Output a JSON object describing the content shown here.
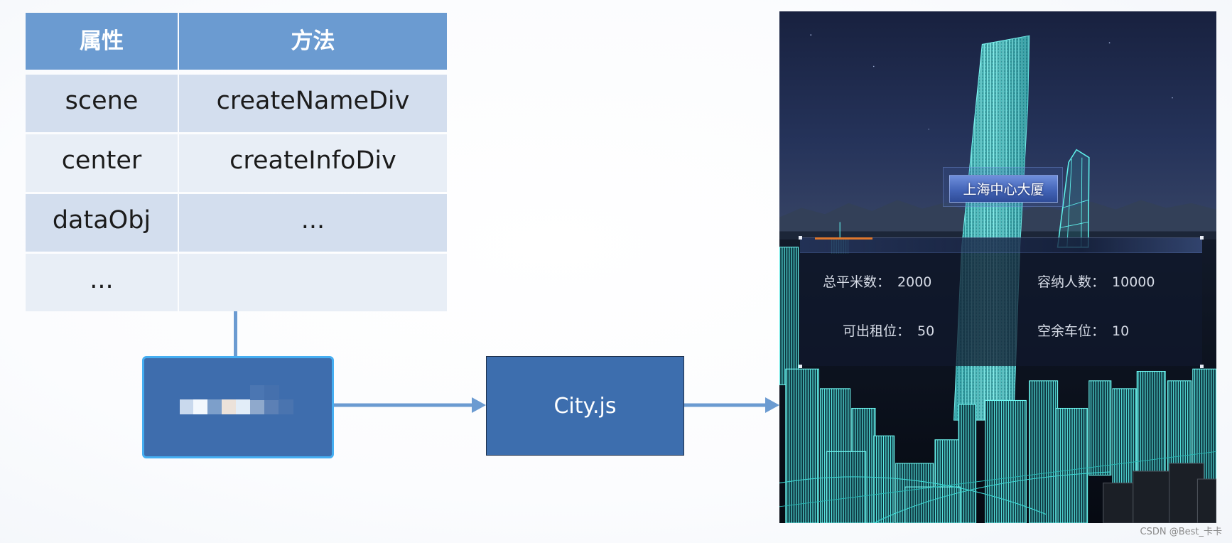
{
  "table": {
    "headers": [
      "属性",
      "方法"
    ],
    "rows": [
      [
        "scene",
        "createNameDiv"
      ],
      [
        "center",
        "createInfoDiv"
      ],
      [
        "dataObj",
        "..."
      ],
      [
        "...",
        ""
      ]
    ]
  },
  "flow": {
    "target_label": "City.js"
  },
  "scene": {
    "building_label": "上海中心大厦",
    "stats": [
      {
        "label": "总平米数：",
        "value": "2000"
      },
      {
        "label": "容纳人数：",
        "value": "10000"
      },
      {
        "label": "可出租位：",
        "value": "50"
      },
      {
        "label": "空余车位：",
        "value": "10"
      }
    ]
  },
  "watermark": "CSDN @Best_卡卡",
  "colors": {
    "table_header": "#6b9bd1",
    "row_dark": "#d3deee",
    "row_light": "#e8eef6",
    "arrow": "#6b9bd1",
    "box_fill": "#3e6dad",
    "box_border": "#45aef2",
    "wireframe_cyan": "#5cefe9",
    "panel_accent": "#e0782d"
  }
}
